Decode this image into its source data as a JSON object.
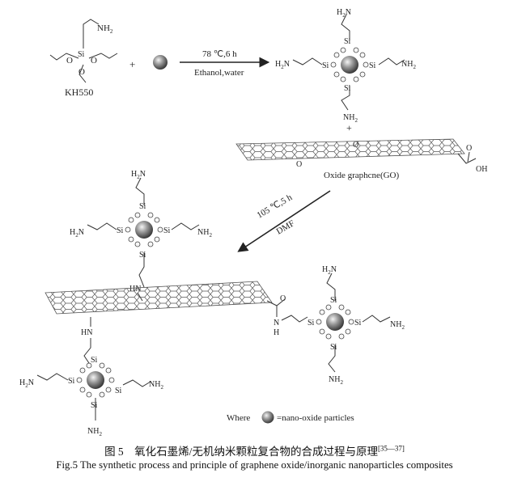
{
  "reagents": {
    "kh550_label": "KH550",
    "nh2": "NH",
    "sub2": "2",
    "o": "O",
    "si": "Si",
    "plus": "+"
  },
  "step1": {
    "line1": "78 ℃,6 h",
    "line2": "Ethanol,water"
  },
  "step2": {
    "line1": "105 ℃,5 h",
    "line2": "DMF"
  },
  "nanoparticle": {
    "h2n": "H",
    "n": "N",
    "si": "Si",
    "nh2": "NH",
    "sub2": "2"
  },
  "go": {
    "label": "Oxide graphcne(GO)",
    "oh": "OH",
    "o": "O"
  },
  "amide": {
    "o": "O",
    "n": "N",
    "h": "H",
    "hn": "HN"
  },
  "legend": {
    "where": "Where",
    "desc": "=nano-oxide particles"
  },
  "caption": {
    "zh": "图 5　氧化石墨烯/无机纳米颗粒复合物的合成过程与原理",
    "zh_ref": "[35—37]",
    "en": "Fig.5 The synthetic process and principle of graphene oxide/inorganic nanoparticles composites"
  }
}
